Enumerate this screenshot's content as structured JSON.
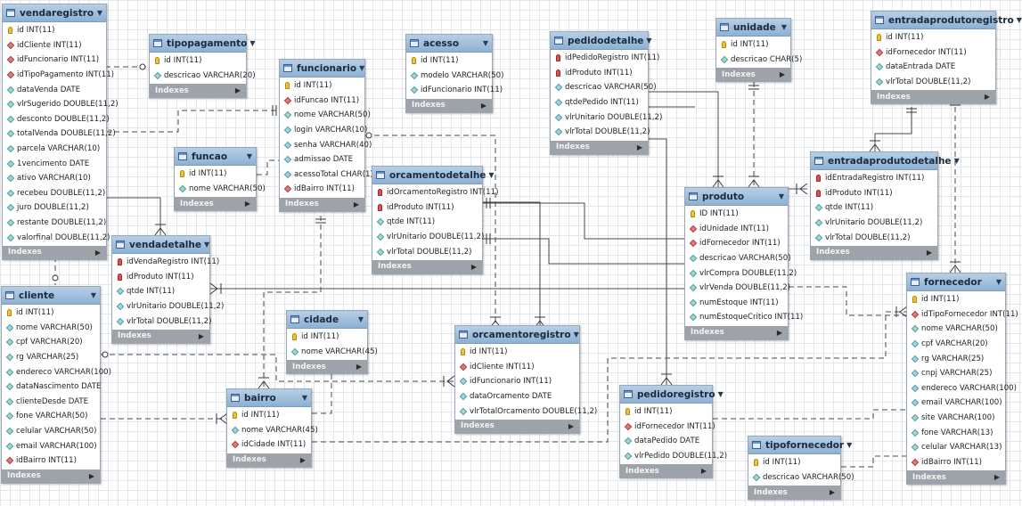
{
  "indexes_label": "Indexes",
  "tables": [
    {
      "key": "vendaregistro",
      "name": "vendaregistro",
      "columns": [
        {
          "k": "pk",
          "t": "id INT(11)"
        },
        {
          "k": "fk",
          "t": "idCliente INT(11)"
        },
        {
          "k": "fk",
          "t": "idFuncionario INT(11)"
        },
        {
          "k": "fk",
          "t": "idTipoPagamento INT(11)"
        },
        {
          "k": "col",
          "t": "dataVenda DATE"
        },
        {
          "k": "col",
          "t": "vlrSugerido DOUBLE(11,2)"
        },
        {
          "k": "col",
          "t": "desconto DOUBLE(11,2)"
        },
        {
          "k": "col",
          "t": "totalVenda DOUBLE(11,2)"
        },
        {
          "k": "col",
          "t": "parcela VARCHAR(10)"
        },
        {
          "k": "col",
          "t": "1vencimento DATE"
        },
        {
          "k": "col",
          "t": "ativo VARCHAR(10)"
        },
        {
          "k": "col",
          "t": "recebeu DOUBLE(11,2)"
        },
        {
          "k": "col",
          "t": "juro DOUBLE(11,2)"
        },
        {
          "k": "col",
          "t": "restante DOUBLE(11,2)"
        },
        {
          "k": "col",
          "t": "valorfinal DOUBLE(11,2)"
        }
      ]
    },
    {
      "key": "tipopagamento",
      "name": "tipopagamento",
      "columns": [
        {
          "k": "pk",
          "t": "id INT(11)"
        },
        {
          "k": "col",
          "t": "descricao VARCHAR(20)"
        }
      ]
    },
    {
      "key": "acesso",
      "name": "acesso",
      "columns": [
        {
          "k": "pk",
          "t": "id INT(11)"
        },
        {
          "k": "col",
          "t": "modelo VARCHAR(50)"
        },
        {
          "k": "col",
          "t": "idFuncionario INT(11)"
        }
      ]
    },
    {
      "key": "funcionario",
      "name": "funcionario",
      "columns": [
        {
          "k": "pk",
          "t": "id INT(11)"
        },
        {
          "k": "fk",
          "t": "idFuncao INT(11)"
        },
        {
          "k": "col",
          "t": "nome VARCHAR(50)"
        },
        {
          "k": "col",
          "t": "login VARCHAR(10)"
        },
        {
          "k": "col",
          "t": "senha VARCHAR(40)"
        },
        {
          "k": "col",
          "t": "admissao DATE"
        },
        {
          "k": "col",
          "t": "acessoTotal CHAR(1)"
        },
        {
          "k": "fk",
          "t": "idBairro INT(11)"
        }
      ]
    },
    {
      "key": "funcao",
      "name": "funcao",
      "columns": [
        {
          "k": "pk",
          "t": "id INT(11)"
        },
        {
          "k": "col",
          "t": "nome VARCHAR(50)"
        }
      ]
    },
    {
      "key": "vendadetalhe",
      "name": "vendadetalhe",
      "columns": [
        {
          "k": "pkfk",
          "t": "idVendaRegistro INT(11)"
        },
        {
          "k": "pkfk",
          "t": "idProduto INT(11)"
        },
        {
          "k": "col",
          "t": "qtde INT(11)"
        },
        {
          "k": "col",
          "t": "vlrUnitario DOUBLE(11,2)"
        },
        {
          "k": "col",
          "t": "vlrTotal DOUBLE(11,2)"
        }
      ]
    },
    {
      "key": "cliente",
      "name": "cliente",
      "columns": [
        {
          "k": "pk",
          "t": "id INT(11)"
        },
        {
          "k": "col",
          "t": "nome VARCHAR(50)"
        },
        {
          "k": "col",
          "t": "cpf VARCHAR(20)"
        },
        {
          "k": "col",
          "t": "rg VARCHAR(25)"
        },
        {
          "k": "col",
          "t": "endereco VARCHAR(100)"
        },
        {
          "k": "col",
          "t": "dataNascimento DATE"
        },
        {
          "k": "col",
          "t": "clienteDesde DATE"
        },
        {
          "k": "col",
          "t": "fone VARCHAR(50)"
        },
        {
          "k": "col",
          "t": "celular VARCHAR(50)"
        },
        {
          "k": "col",
          "t": "email VARCHAR(100)"
        },
        {
          "k": "fk",
          "t": "idBairro INT(11)"
        }
      ]
    },
    {
      "key": "cidade",
      "name": "cidade",
      "columns": [
        {
          "k": "pk",
          "t": "id INT(11)"
        },
        {
          "k": "col",
          "t": "nome VARCHAR(45)"
        }
      ]
    },
    {
      "key": "bairro",
      "name": "bairro",
      "columns": [
        {
          "k": "pk",
          "t": "id INT(11)"
        },
        {
          "k": "col",
          "t": "nome VARCHAR(45)"
        },
        {
          "k": "fk",
          "t": "idCidade INT(11)"
        }
      ]
    },
    {
      "key": "orcamentodetalhe",
      "name": "orcamentodetalhe",
      "columns": [
        {
          "k": "pkfk",
          "t": "idOrcamentoRegistro INT(11)"
        },
        {
          "k": "pkfk",
          "t": "idProduto INT(11)"
        },
        {
          "k": "col",
          "t": "qtde INT(11)"
        },
        {
          "k": "col",
          "t": "vlrUnitario DOUBLE(11,2)"
        },
        {
          "k": "col",
          "t": "vlrTotal DOUBLE(11,2)"
        }
      ]
    },
    {
      "key": "orcamentoregistro",
      "name": "orcamentoregistro",
      "columns": [
        {
          "k": "pk",
          "t": "id INT(11)"
        },
        {
          "k": "fk",
          "t": "idCliente INT(11)"
        },
        {
          "k": "col",
          "t": "idFuncionario INT(11)"
        },
        {
          "k": "col",
          "t": "dataOrcamento DATE"
        },
        {
          "k": "col",
          "t": "vlrTotalOrcamento DOUBLE(11,2)"
        }
      ]
    },
    {
      "key": "pedidodetalhe",
      "name": "pedidodetalhe",
      "columns": [
        {
          "k": "pkfk",
          "t": "idPedidoRegistro INT(11)"
        },
        {
          "k": "pkfk",
          "t": "idProduto INT(11)"
        },
        {
          "k": "col",
          "t": "descricao VARCHAR(50)"
        },
        {
          "k": "col",
          "t": "qtdePedido INT(11)"
        },
        {
          "k": "col",
          "t": "vlrUnitario DOUBLE(11,2)"
        },
        {
          "k": "col",
          "t": "vlrTotal DOUBLE(11,2)"
        }
      ]
    },
    {
      "key": "unidade",
      "name": "unidade",
      "columns": [
        {
          "k": "pk",
          "t": "id INT(11)"
        },
        {
          "k": "col",
          "t": "descricao CHAR(5)"
        }
      ]
    },
    {
      "key": "produto",
      "name": "produto",
      "columns": [
        {
          "k": "pk",
          "t": "ID INT(11)"
        },
        {
          "k": "fk",
          "t": "idUnidade INT(11)"
        },
        {
          "k": "fk",
          "t": "idFornecedor INT(11)"
        },
        {
          "k": "col",
          "t": "descricao VARCHAR(50)"
        },
        {
          "k": "col",
          "t": "vlrCompra DOUBLE(11,2)"
        },
        {
          "k": "col",
          "t": "vlrVenda DOUBLE(11,2)"
        },
        {
          "k": "col",
          "t": "numEstoque INT(11)"
        },
        {
          "k": "col",
          "t": "numEstoqueCritico INT(11)"
        }
      ]
    },
    {
      "key": "entradaprodutoregistro",
      "name": "entradaprodutoregistro",
      "columns": [
        {
          "k": "pk",
          "t": "id INT(11)"
        },
        {
          "k": "fk",
          "t": "idFornecedor INT(11)"
        },
        {
          "k": "col",
          "t": "dataEntrada DATE"
        },
        {
          "k": "col",
          "t": "vlrTotal DOUBLE(11,2)"
        }
      ]
    },
    {
      "key": "entradaprodutodetalhe",
      "name": "entradaprodutodetalhe",
      "columns": [
        {
          "k": "pkfk",
          "t": "idEntradaRegistro INT(11)"
        },
        {
          "k": "pkfk",
          "t": "idProduto INT(11)"
        },
        {
          "k": "col",
          "t": "qtde INT(11)"
        },
        {
          "k": "col",
          "t": "vlrUnitario DOUBLE(11,2)"
        },
        {
          "k": "col",
          "t": "vlrTotal DOUBLE(11,2)"
        }
      ]
    },
    {
      "key": "pedidoregistro",
      "name": "pedidoregistro",
      "columns": [
        {
          "k": "pk",
          "t": "id INT(11)"
        },
        {
          "k": "fk",
          "t": "idFornecedor INT(11)"
        },
        {
          "k": "col",
          "t": "dataPedido DATE"
        },
        {
          "k": "col",
          "t": "vlrPedido DOUBLE(11,2)"
        }
      ]
    },
    {
      "key": "tipofornecedor",
      "name": "tipofornecedor",
      "columns": [
        {
          "k": "pk",
          "t": "id INT(11)"
        },
        {
          "k": "col",
          "t": "descricao VARCHAR(50)"
        }
      ]
    },
    {
      "key": "fornecedor",
      "name": "fornecedor",
      "columns": [
        {
          "k": "pk",
          "t": "id INT(11)"
        },
        {
          "k": "fk",
          "t": "idTipoFornecedor INT(11)"
        },
        {
          "k": "col",
          "t": "nome VARCHAR(50)"
        },
        {
          "k": "col",
          "t": "cpf VARCHAR(20)"
        },
        {
          "k": "col",
          "t": "rg VARCHAR(25)"
        },
        {
          "k": "col",
          "t": "cnpj VARCHAR(25)"
        },
        {
          "k": "col",
          "t": "endereco VARCHAR(100)"
        },
        {
          "k": "col",
          "t": "email VARCHAR(100)"
        },
        {
          "k": "col",
          "t": "site VARCHAR(100)"
        },
        {
          "k": "col",
          "t": "fone VARCHAR(13)"
        },
        {
          "k": "col",
          "t": "celular VARCHAR(13)"
        },
        {
          "k": "fk",
          "t": "idBairro INT(11)"
        }
      ]
    }
  ]
}
